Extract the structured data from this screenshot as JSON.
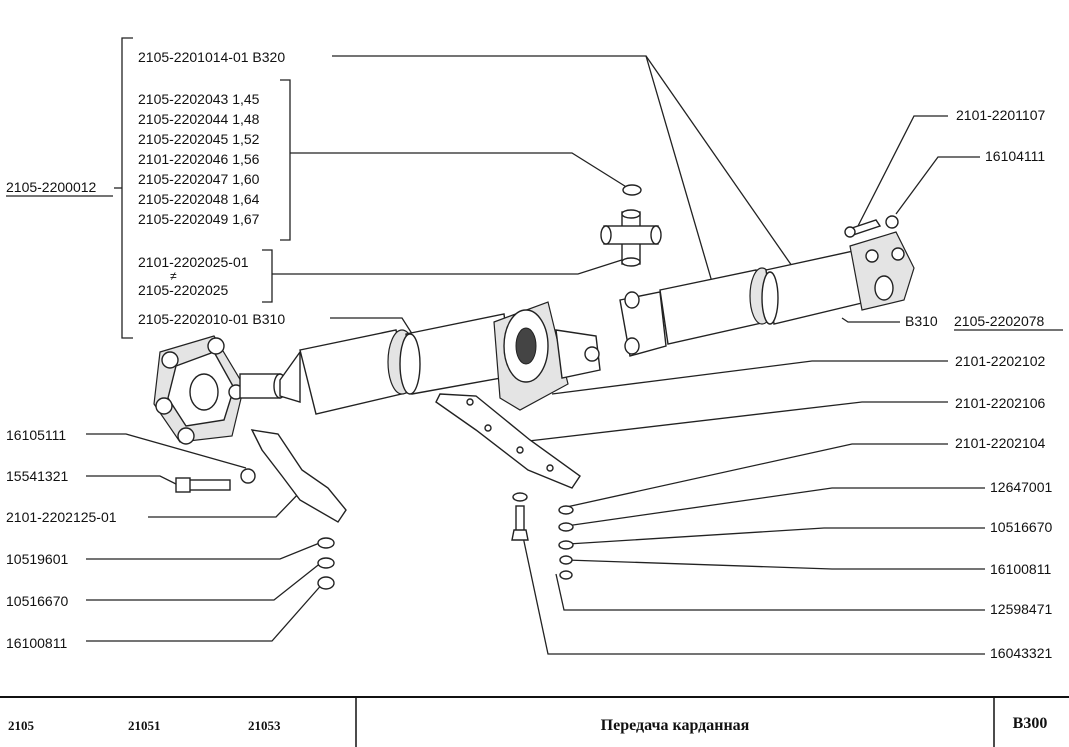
{
  "drawing": {
    "main_assembly": "2105-2200012",
    "bracket_top": "2105-2201014-01  В320",
    "spider_sizes": [
      "2105-2202043 1,45",
      "2105-2202044 1,48",
      "2105-2202045 1,52",
      "2101-2202046 1,56",
      "2105-2202047 1,60",
      "2105-2202048 1,64",
      "2105-2202049 1,67"
    ],
    "cross_alt_1": "2101-2202025-01",
    "cross_alt_2": "2105-2202025",
    "neq_sign": "≠",
    "front_shaft": "2105-2202010-01  В310",
    "rear_shaft_ref": "В310",
    "rear_shaft_part": "2105-2202078",
    "right_labels": [
      "2101-2201107",
      "16104111",
      "2101-2202102",
      "2101-2202106",
      "2101-2202104",
      "12647001",
      "10516670",
      "16100811",
      "12598471",
      "16043321"
    ],
    "left_labels": [
      "16105111",
      "15541321",
      "2101-2202125-01",
      "10519601",
      "10516670",
      "16100811"
    ]
  },
  "footer": {
    "model_1": "2105",
    "model_2": "21051",
    "model_3": "21053",
    "title": "Передача карданная",
    "code": "В300"
  }
}
